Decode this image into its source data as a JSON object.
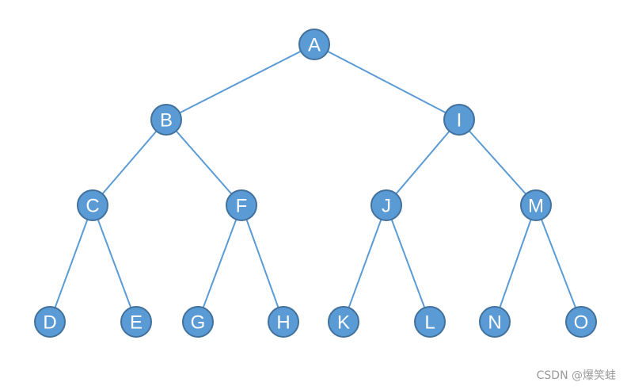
{
  "diagram": {
    "colors": {
      "node_fill": "#5b9bd5",
      "node_stroke": "#41719c",
      "edge": "#5b9bd5",
      "label": "#ffffff"
    },
    "nodes": [
      {
        "id": "A",
        "label": "A"
      },
      {
        "id": "B",
        "label": "B"
      },
      {
        "id": "I",
        "label": "I"
      },
      {
        "id": "C",
        "label": "C"
      },
      {
        "id": "F",
        "label": "F"
      },
      {
        "id": "J",
        "label": "J"
      },
      {
        "id": "M",
        "label": "M"
      },
      {
        "id": "D",
        "label": "D"
      },
      {
        "id": "E",
        "label": "E"
      },
      {
        "id": "G",
        "label": "G"
      },
      {
        "id": "H",
        "label": "H"
      },
      {
        "id": "K",
        "label": "K"
      },
      {
        "id": "L",
        "label": "L"
      },
      {
        "id": "N",
        "label": "N"
      },
      {
        "id": "O",
        "label": "O"
      }
    ],
    "edges": [
      [
        "A",
        "B"
      ],
      [
        "A",
        "I"
      ],
      [
        "B",
        "C"
      ],
      [
        "B",
        "F"
      ],
      [
        "I",
        "J"
      ],
      [
        "I",
        "M"
      ],
      [
        "C",
        "D"
      ],
      [
        "C",
        "E"
      ],
      [
        "F",
        "G"
      ],
      [
        "F",
        "H"
      ],
      [
        "J",
        "K"
      ],
      [
        "J",
        "L"
      ],
      [
        "M",
        "N"
      ],
      [
        "M",
        "O"
      ]
    ]
  },
  "watermark": "CSDN @爆笑蛙"
}
